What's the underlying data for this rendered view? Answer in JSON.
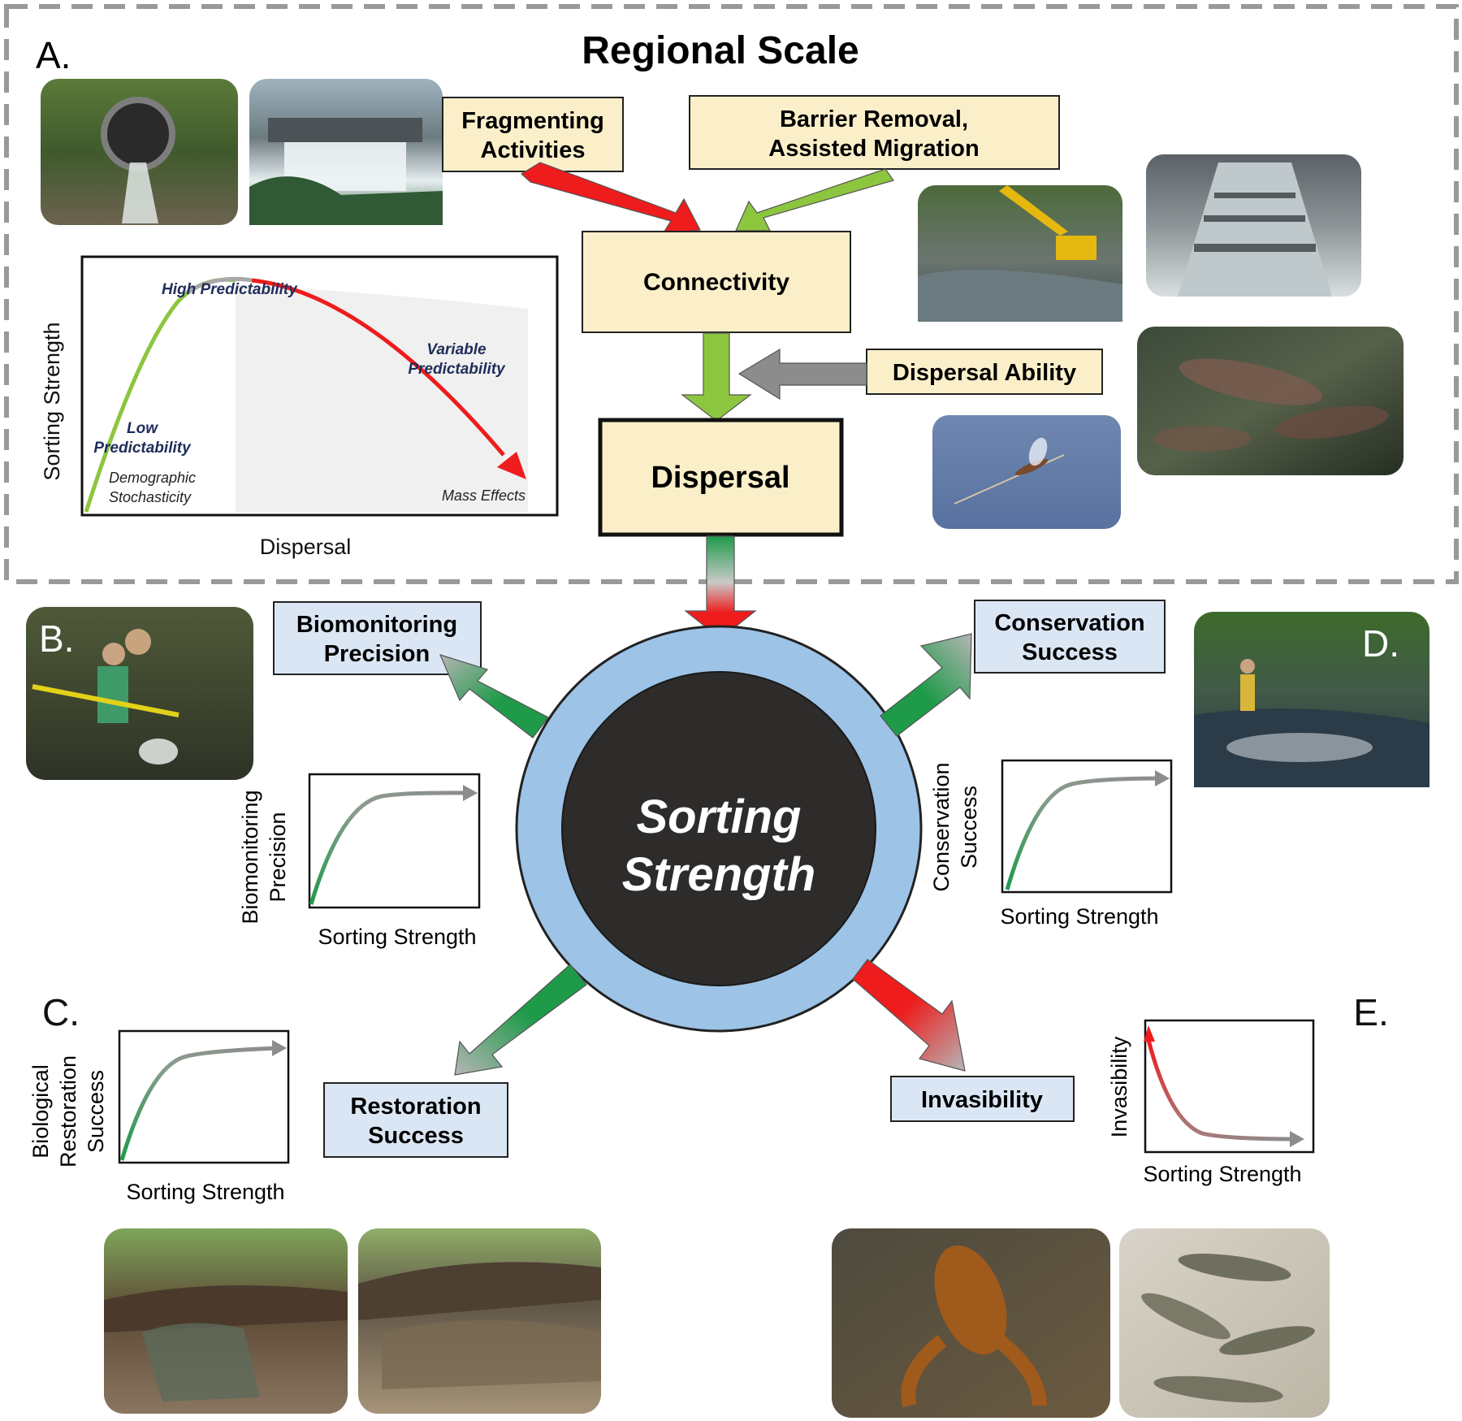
{
  "panel_a": {
    "letter": "A.",
    "title": "Regional Scale",
    "fragmenting": [
      "Fragmenting",
      "Activities"
    ],
    "barrier": [
      "Barrier Removal,",
      "Assisted Migration"
    ],
    "connectivity": "Connectivity",
    "dispersal_ability": "Dispersal Ability",
    "dispersal": "Dispersal",
    "inset_chart": {
      "ylabel": "Sorting Strength",
      "xlabel": "Dispersal",
      "high": "High Predictability",
      "variable": [
        "Variable",
        "Predictability"
      ],
      "low": [
        "Low",
        "Predictability"
      ],
      "demographic": [
        "Demographic",
        "Stochasticity"
      ],
      "mass": "Mass Effects"
    }
  },
  "center": {
    "line1": "Sorting",
    "line2": "Strength"
  },
  "panel_b": {
    "letter": "B.",
    "box": [
      "Biomonitoring",
      "Precision"
    ],
    "ylabel": [
      "Biomonitoring",
      "Precision"
    ],
    "xlabel": "Sorting Strength"
  },
  "panel_c": {
    "letter": "C.",
    "box": [
      "Restoration",
      "Success"
    ],
    "ylabel": [
      "Biological",
      "Restoration",
      "Success"
    ],
    "xlabel": "Sorting Strength"
  },
  "panel_d": {
    "letter": "D.",
    "box": [
      "Conservation",
      "Success"
    ],
    "ylabel": [
      "Conservation",
      "Success"
    ],
    "xlabel": "Sorting Strength"
  },
  "panel_e": {
    "letter": "E.",
    "box": "Invasibility",
    "ylabel": "Invasibility",
    "xlabel": "Sorting Strength"
  },
  "colors": {
    "box_fill_warm": "#fbefc9",
    "box_fill_cool": "#dbe6f4",
    "ring": "#9dc3e6",
    "core": "#2e2b2b",
    "green": "#8cc63f",
    "dark_green": "#1f9a49",
    "red": "#ee1c1c",
    "gray": "#8c8c8c",
    "navy": "#1f2d5a"
  },
  "photos": [
    "culvert-photo",
    "dam-photo",
    "excavator-photo",
    "fish-ladder-photo",
    "salmon-photo",
    "mayfly-photo",
    "biomonitoring-photo",
    "angler-photo",
    "restoration-photo-1",
    "restoration-photo-2",
    "crayfish-photo",
    "minnows-photo"
  ]
}
